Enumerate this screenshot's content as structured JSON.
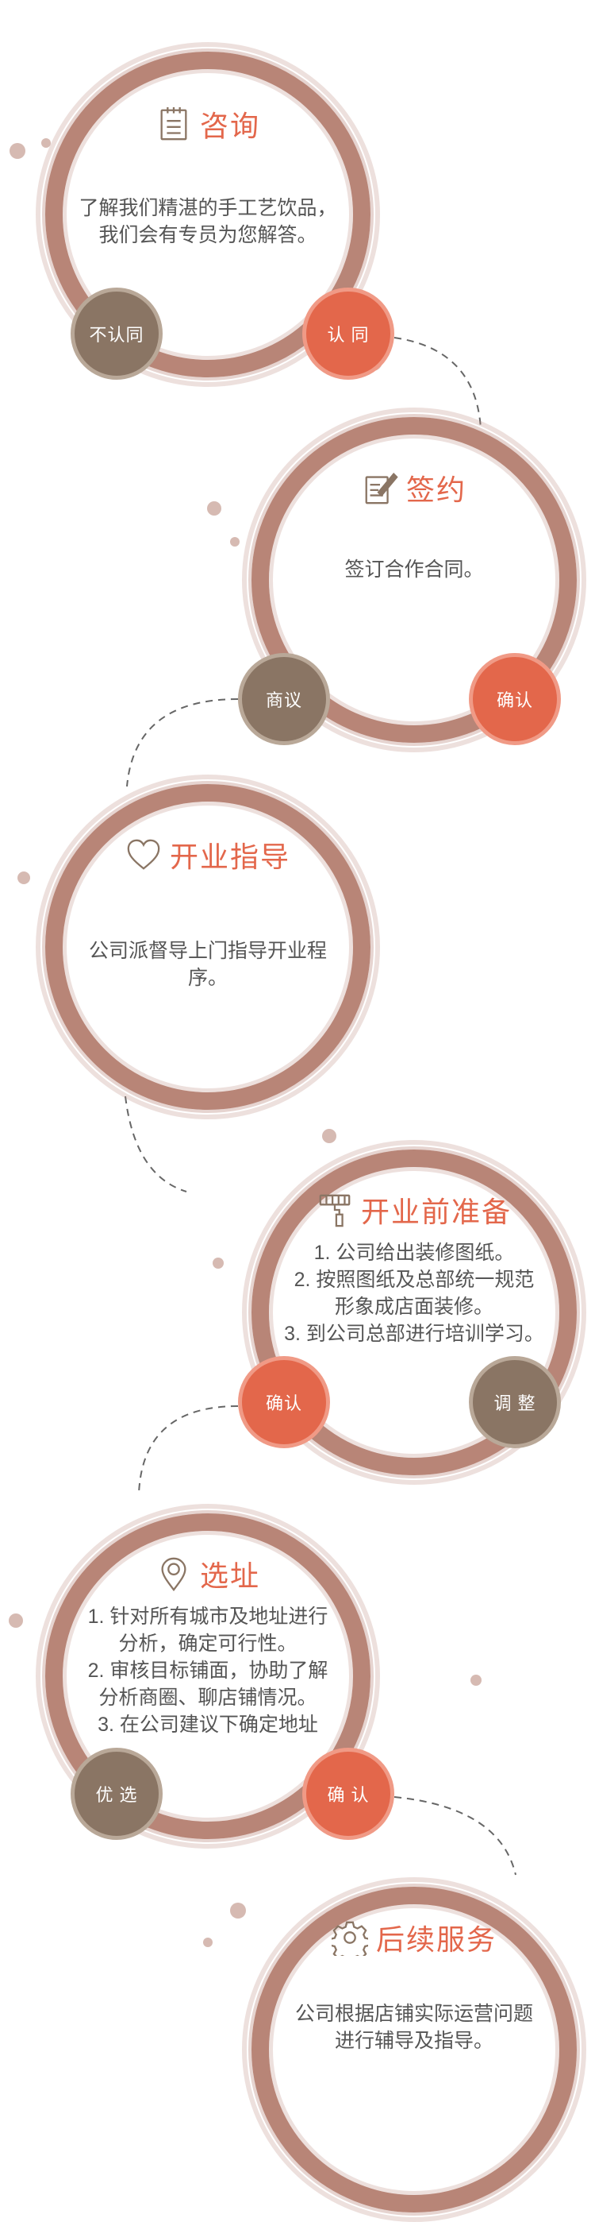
{
  "steps": [
    {
      "title": "咨询",
      "icon": "notepad-icon",
      "desc": [
        "了解我们精湛的手工艺饮品，",
        "我们会有专员为您解答。"
      ],
      "buttons": [
        {
          "label": "不认同",
          "style": "brown"
        },
        {
          "label": "认 同",
          "style": "red"
        }
      ]
    },
    {
      "title": "签约",
      "icon": "sign-contract-icon",
      "desc": [
        "签订合作合同。"
      ],
      "buttons": [
        {
          "label": "商议",
          "style": "brown"
        },
        {
          "label": "确认",
          "style": "red"
        }
      ]
    },
    {
      "title": "开业指导",
      "icon": "heart-icon",
      "desc": [
        "公司派督导上门指导开业程",
        "序。"
      ],
      "buttons": []
    },
    {
      "title": "开业前准备",
      "icon": "paint-roller-icon",
      "desc": [
        "1. 公司给出装修图纸。",
        "2. 按照图纸及总部统一规范",
        "形象成店面装修。",
        "3. 到公司总部进行培训学习。"
      ],
      "buttons": [
        {
          "label": "确认",
          "style": "red"
        },
        {
          "label": "调 整",
          "style": "brown"
        }
      ]
    },
    {
      "title": "选址",
      "icon": "location-pin-icon",
      "desc": [
        "1. 针对所有城市及地址进行",
        "分析，确定可行性。",
        "2. 审核目标铺面，协助了解",
        "分析商圈、聊店铺情况。",
        "3. 在公司建议下确定地址"
      ],
      "buttons": [
        {
          "label": "优 选",
          "style": "brown"
        },
        {
          "label": "确 认",
          "style": "red"
        }
      ]
    },
    {
      "title": "后续服务",
      "icon": "gear-icon",
      "desc": [
        "公司根据店铺实际运营问题",
        "进行辅导及指导。"
      ],
      "buttons": []
    }
  ],
  "colors": {
    "accent": "#e3674b",
    "brown": "#8a7564",
    "ring": "#b88577",
    "text": "#555555"
  }
}
